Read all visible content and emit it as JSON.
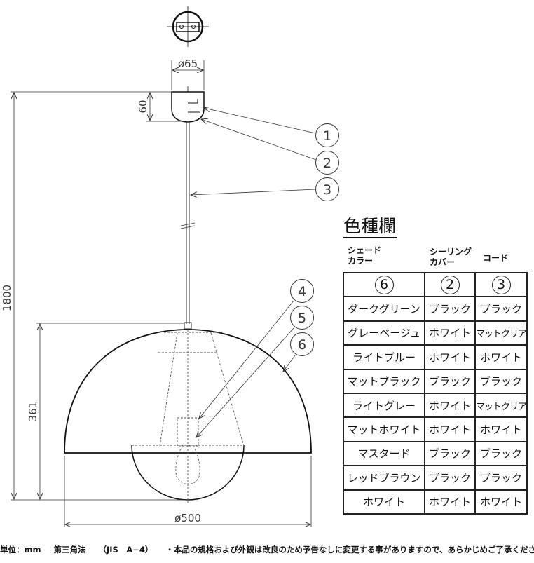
{
  "dimensions": {
    "cap_diameter": "ø65",
    "cap_height": "60",
    "total_height": "1800",
    "shade_height": "361",
    "shade_diameter": "ø500"
  },
  "callouts": [
    "1",
    "2",
    "3",
    "4",
    "5",
    "6"
  ],
  "color_table": {
    "title": "色種欄",
    "headers": [
      "シェード\nカラー",
      "シーリング\nカバー",
      "コード"
    ],
    "header_refs": [
      "6",
      "2",
      "3"
    ],
    "rows": [
      [
        "ダークグリーン",
        "ブラック",
        "ブラック"
      ],
      [
        "グレーベージュ",
        "ホワイト",
        "マットクリア"
      ],
      [
        "ライトブルー",
        "ホワイト",
        "ホワイト"
      ],
      [
        "マットブラック",
        "ブラック",
        "ブラック"
      ],
      [
        "ライトグレー",
        "ホワイト",
        "マットクリア"
      ],
      [
        "マットホワイト",
        "ホワイト",
        "ホワイト"
      ],
      [
        "マスタード",
        "ブラック",
        "ブラック"
      ],
      [
        "レッドブラウン",
        "ブラック",
        "ブラック"
      ],
      [
        "ホワイト",
        "ホワイト",
        "ホワイト"
      ]
    ]
  },
  "footer": {
    "unit": "単位：mm",
    "projection": "第三角法",
    "standard": "（JIS　A−4）",
    "notice": "・本品の規格および外観は改良のため予告なしに変更する事がありますので、あらかじめご了承ください。"
  }
}
